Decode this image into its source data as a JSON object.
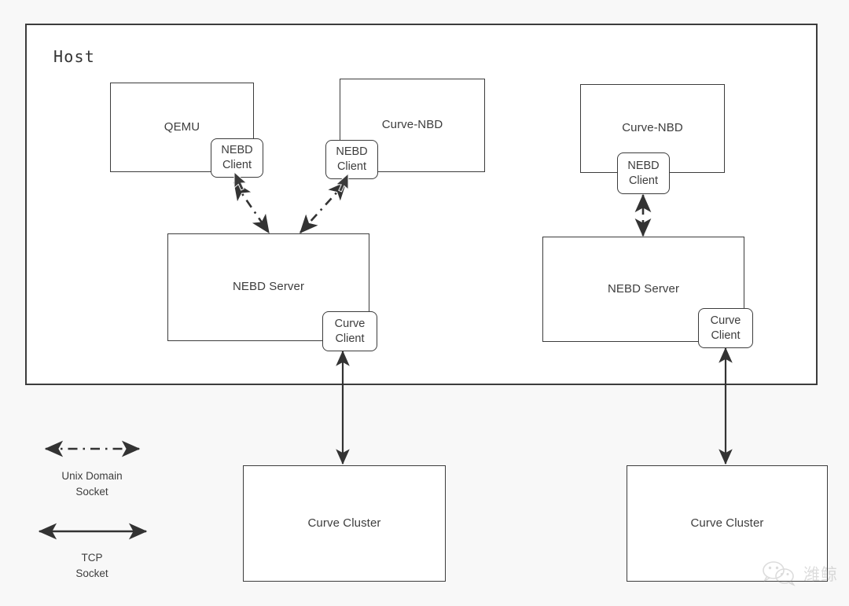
{
  "diagram": {
    "title": "Host",
    "background_color": "#f8f8f8",
    "box_fill": "#ffffff",
    "stroke_color": "#3c3c3c",
    "text_color": "#3d3d3d"
  },
  "host": {
    "label": "Host"
  },
  "components": {
    "qemu": "QEMU",
    "curve_nbd_left": "Curve-NBD",
    "curve_nbd_right": "Curve-NBD",
    "nebd_client_qemu": "NEBD\nClient",
    "nebd_client_nbd_left": "NEBD\nClient",
    "nebd_client_nbd_right": "NEBD\nClient",
    "nebd_server_left": "NEBD Server",
    "nebd_server_right": "NEBD Server",
    "curve_client_left": "Curve\nClient",
    "curve_client_right": "Curve\nClient",
    "curve_cluster_left": "Curve Cluster",
    "curve_cluster_right": "Curve Cluster"
  },
  "legend": {
    "items": [
      {
        "id": "unix-domain-socket",
        "caption": "Unix Domain\nSocket",
        "line_style": "dash-dot",
        "arrow": "double"
      },
      {
        "id": "tcp-socket",
        "caption": "TCP\nSocket",
        "line_style": "solid",
        "arrow": "double"
      }
    ]
  },
  "connections": [
    {
      "id": "qemu-nebd-client-to-server",
      "style": "dash-dot",
      "arrow": "double",
      "label": ""
    },
    {
      "id": "nbd-nebd-client-to-server",
      "style": "dash-dot",
      "arrow": "double",
      "label": ""
    },
    {
      "id": "nbd-right-client-to-server",
      "style": "dash-dot",
      "arrow": "double",
      "label": ""
    },
    {
      "id": "curve-client-left-to-cluster",
      "style": "solid",
      "arrow": "double",
      "label": ""
    },
    {
      "id": "curve-client-right-to-cluster",
      "style": "solid",
      "arrow": "double",
      "label": ""
    }
  ],
  "watermark": {
    "text": "潍鲸",
    "icon": "wechat-icon"
  }
}
